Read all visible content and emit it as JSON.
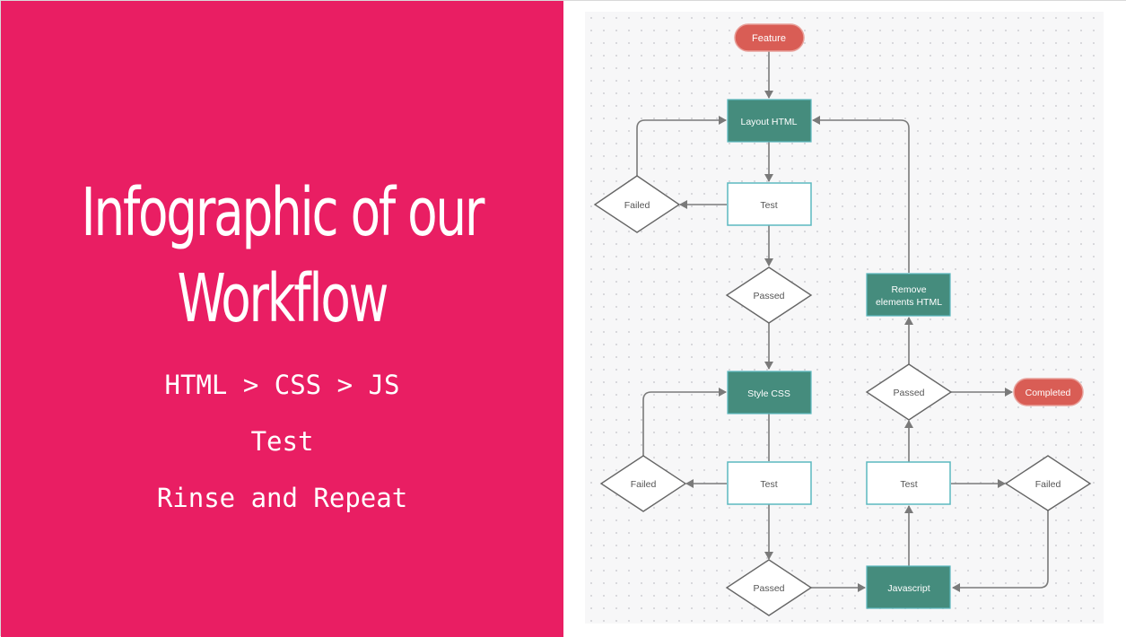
{
  "left": {
    "title_line1": "Infographic of our",
    "title_line2": "Workflow",
    "line_html_css_js": "HTML > CSS > JS",
    "line_test": "Test",
    "line_rinse": "Rinse and Repeat"
  },
  "flowchart": {
    "feature": "Feature",
    "layout_html": "Layout HTML",
    "test_1": "Test",
    "failed_1": "Failed",
    "passed_1": "Passed",
    "style_css": "Style CSS",
    "test_2": "Test",
    "failed_2": "Failed",
    "passed_2": "Passed",
    "javascript": "Javascript",
    "test_3": "Test",
    "failed_3": "Failed",
    "passed_3": "Passed",
    "remove_line1": "Remove",
    "remove_line2": "elements HTML",
    "completed": "Completed"
  },
  "colors": {
    "accent_pink": "#e91e63",
    "process_teal": "#458c7d",
    "terminal_red": "#d95d55",
    "test_border": "#5bb8bf",
    "connector": "#7a7a7a"
  }
}
